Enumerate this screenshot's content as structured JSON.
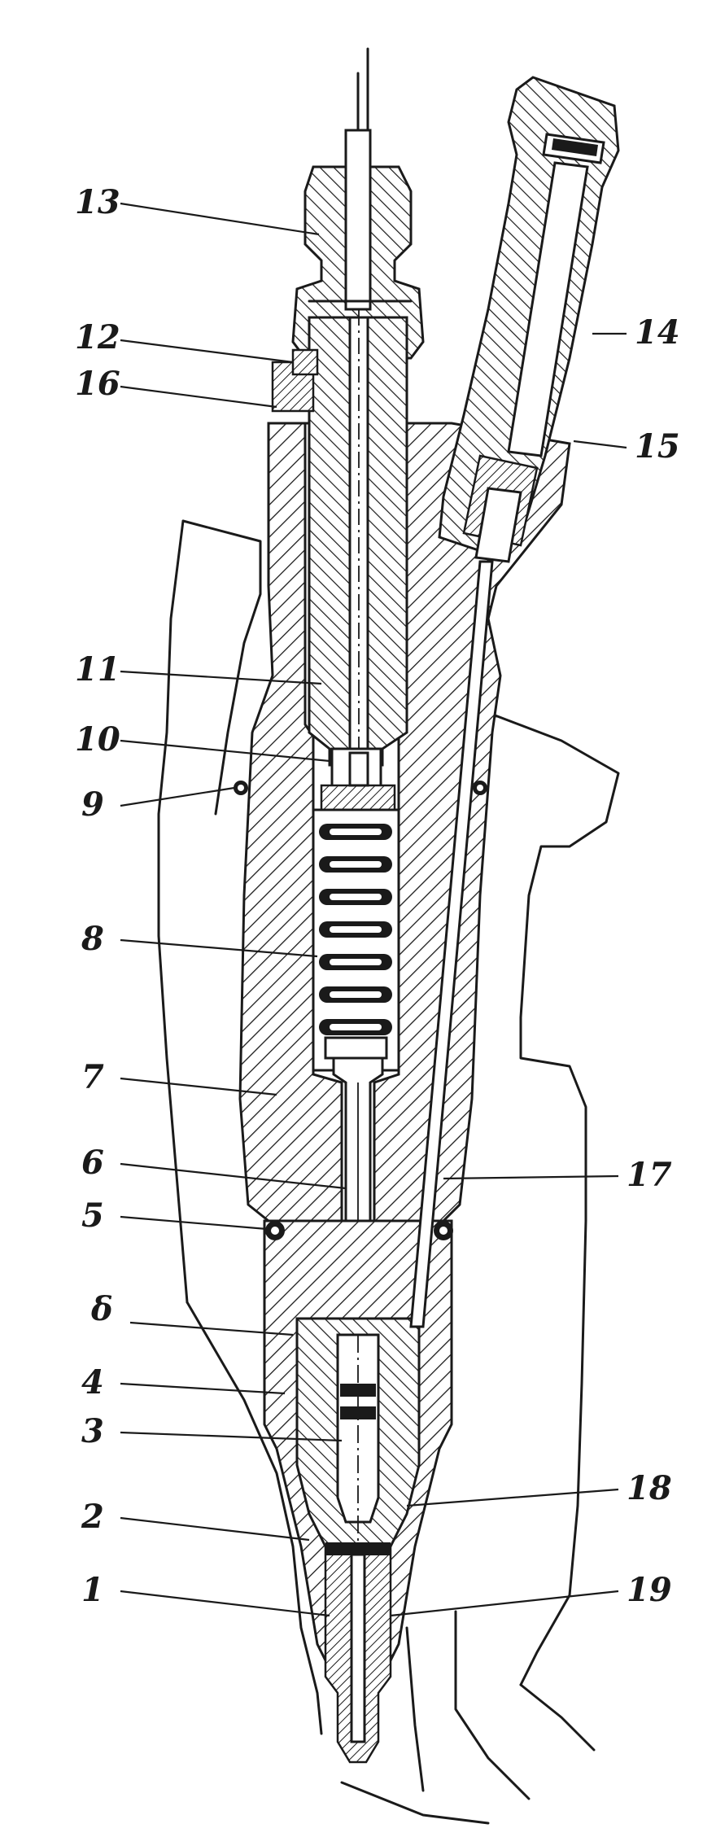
{
  "figure": {
    "labels": {
      "l1": "1",
      "l2": "2",
      "l3": "3",
      "l4": "4",
      "l5": "5",
      "ldelta": "δ",
      "l6": "6",
      "l7": "7",
      "l8": "8",
      "l9": "9",
      "l10": "10",
      "l11": "11",
      "l12": "12",
      "l16": "16",
      "l13": "13",
      "l14": "14",
      "l15": "15",
      "l17": "17",
      "l18": "18",
      "l19": "19"
    }
  }
}
